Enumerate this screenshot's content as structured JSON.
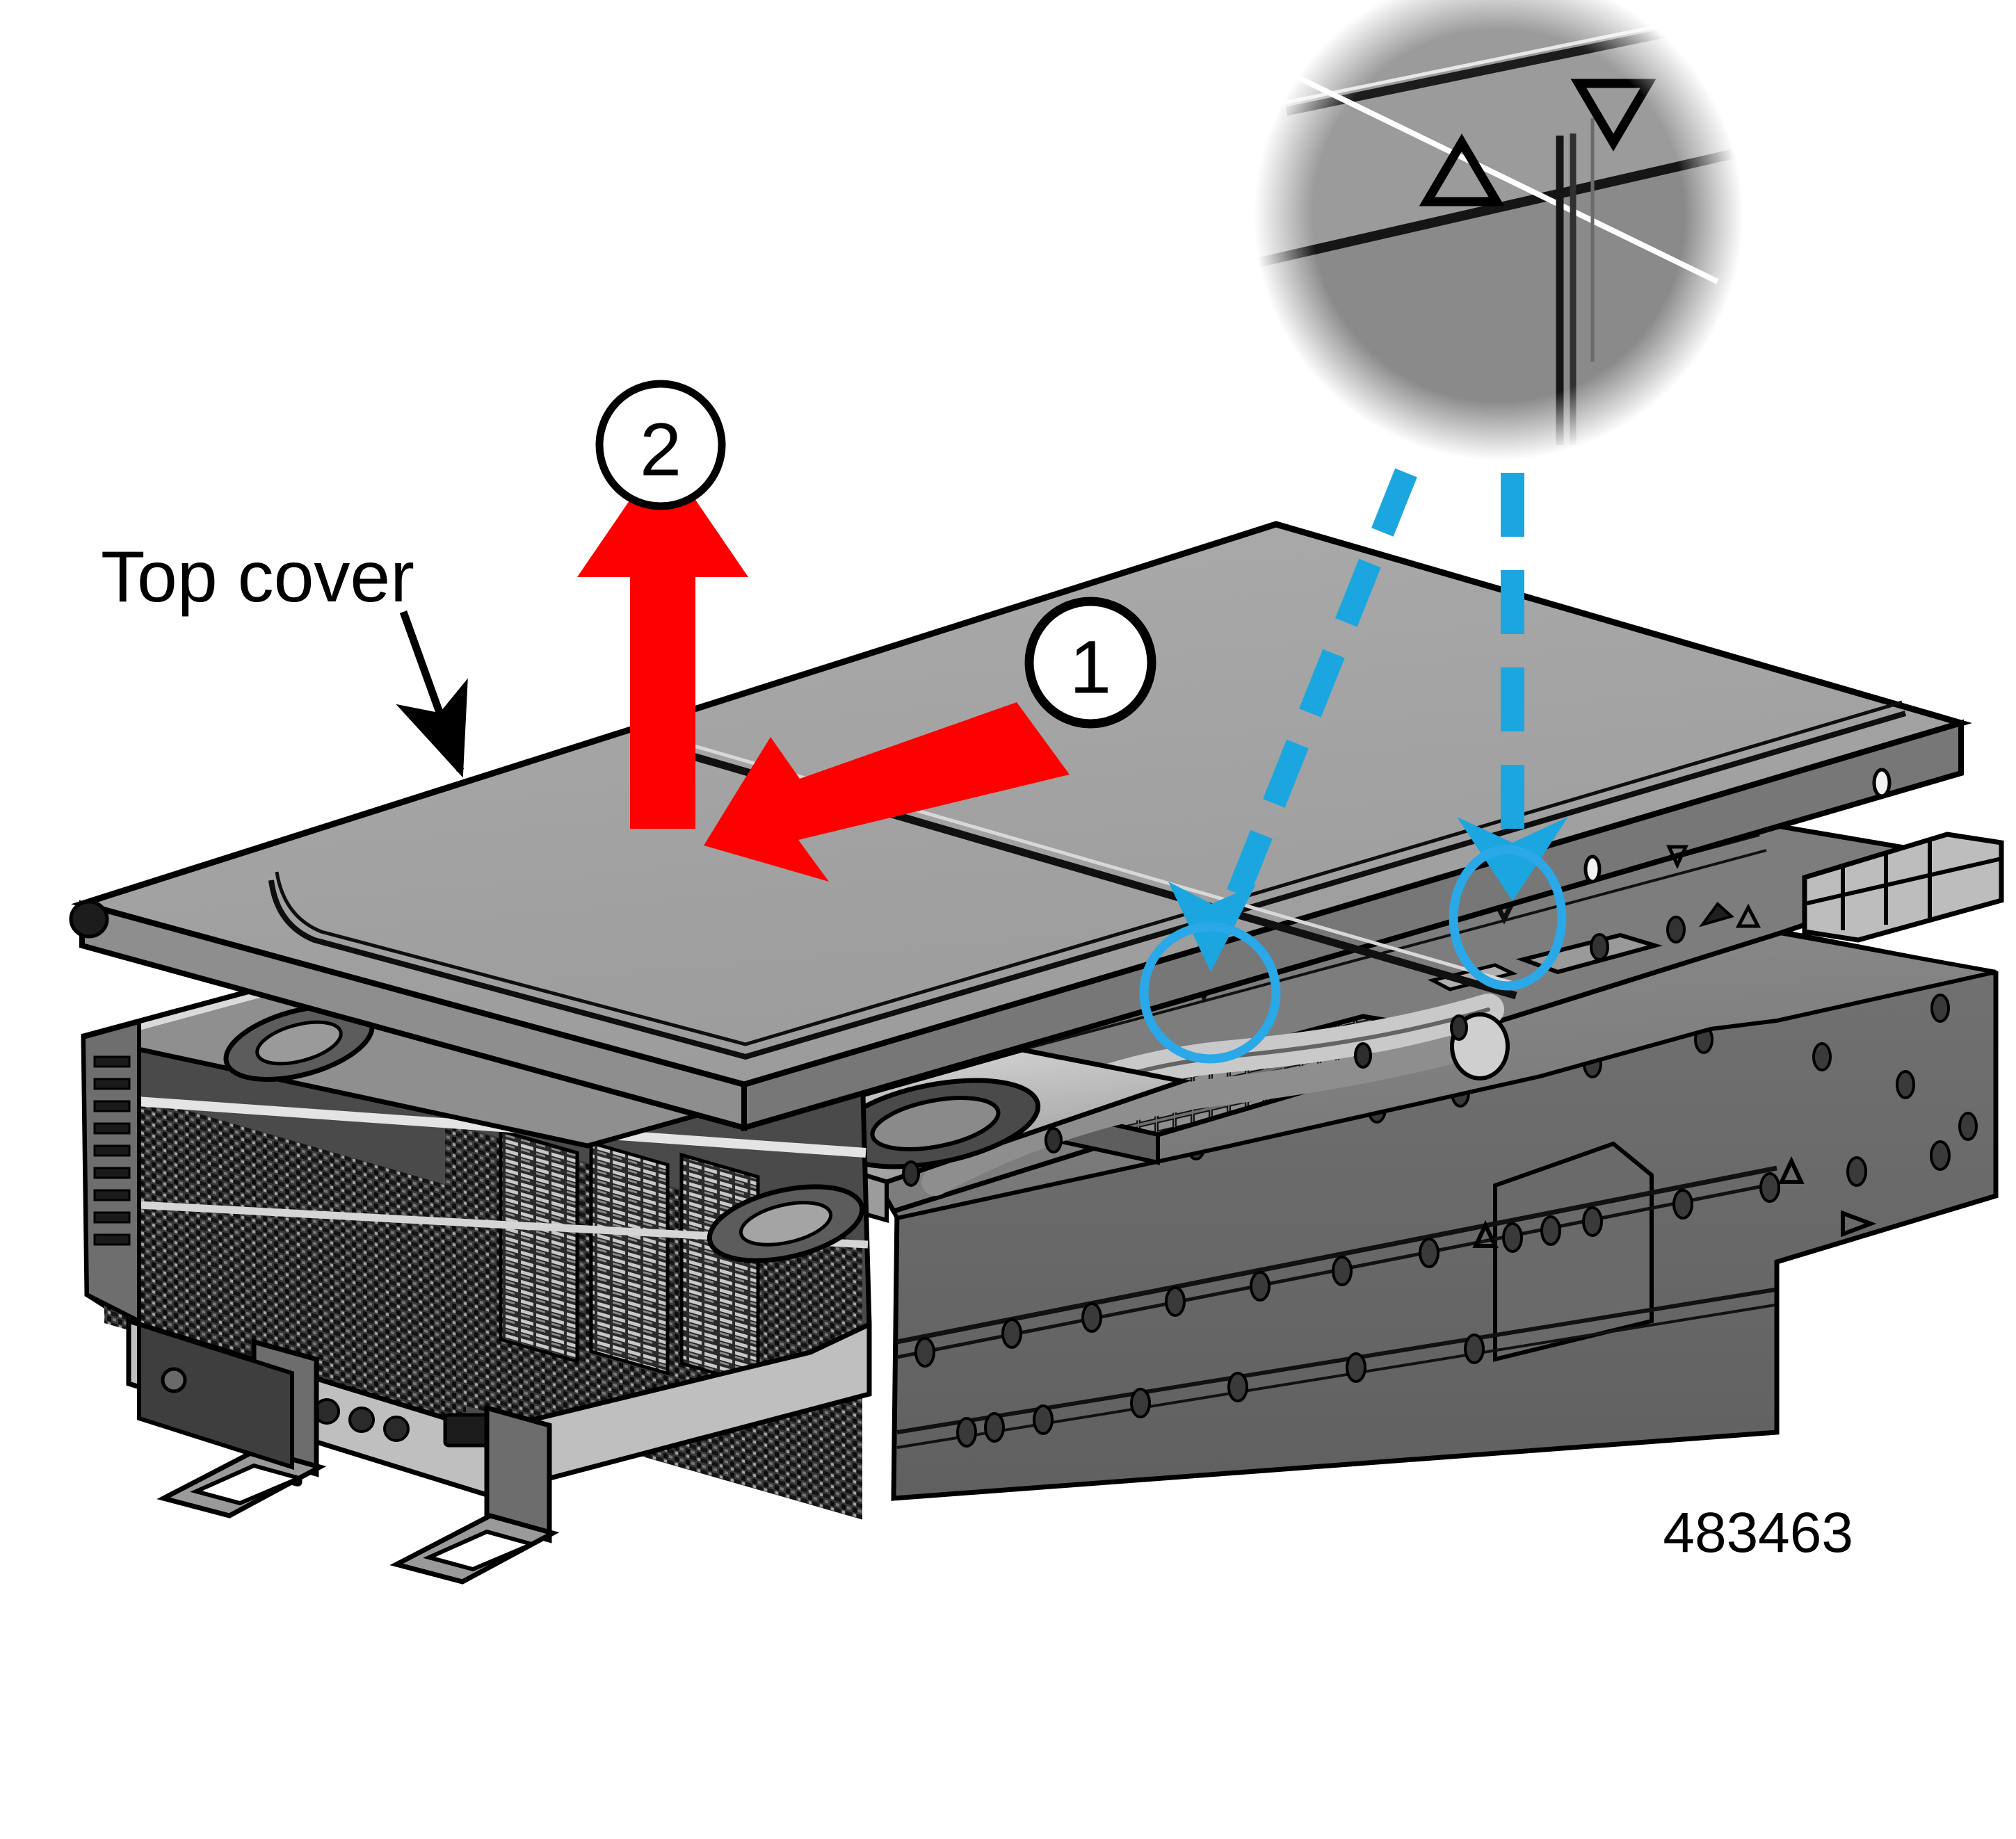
{
  "figure": {
    "title_label": "Top cover",
    "figure_number": "483463",
    "callouts": [
      {
        "id": "1",
        "label": "1",
        "meaning": "slide-top-cover-rearward"
      },
      {
        "id": "2",
        "label": "2",
        "meaning": "lift-top-cover-off"
      }
    ],
    "colors": {
      "action_arrow_red": "#FF0000",
      "alignment_blue": "#1BA6E0",
      "cover_top_gray": "#A3A3A3",
      "cover_edge_gray": "#8C8C8C",
      "chassis_side_gray": "#6B6B6B",
      "chassis_deck_gray": "#7C7C7C",
      "detail_dark": "#2B2B2B",
      "outline_black": "#000000",
      "background_white": "#FFFFFF",
      "magnifier_fill_gray": "#9A9A9A"
    },
    "arrows": {
      "red_up": {
        "name": "lift-arrow",
        "direction": "up",
        "step": "2"
      },
      "red_left": {
        "name": "slide-arrow",
        "direction": "left-down",
        "step": "1"
      },
      "blue_left_dashed": {
        "name": "alignment-arrow-left",
        "direction": "down-left",
        "style": "dashed"
      },
      "blue_right_dashed": {
        "name": "alignment-arrow-right",
        "direction": "down",
        "style": "dashed"
      }
    },
    "leader": {
      "from_label": "Top cover",
      "to_part": "top-cover-front-edge"
    },
    "magnifier": {
      "name": "detail-magnifier",
      "shape": "circle",
      "contents": "Two alignment triangle markers (one pointing up, one pointing down) on either side of a chassis seam line.",
      "markers": [
        {
          "name": "triangle-up-marker",
          "glyph": "triangle-up"
        },
        {
          "name": "triangle-down-marker",
          "glyph": "triangle-down"
        }
      ]
    },
    "alignment_targets": [
      {
        "name": "alignment-target-left",
        "glyph": "triangle-down-marker"
      },
      {
        "name": "alignment-target-right",
        "glyph": "triangle-down-marker"
      }
    ],
    "parts": {
      "top_cover": "top-cover-panel",
      "chassis": "server-chassis",
      "front_handles": [
        "front-pull-handle-left",
        "front-pull-handle-right"
      ],
      "fan_module": "fan-module",
      "heatsink": "heatsink-assembly",
      "rear_connectors": "rear-connector-block"
    }
  }
}
